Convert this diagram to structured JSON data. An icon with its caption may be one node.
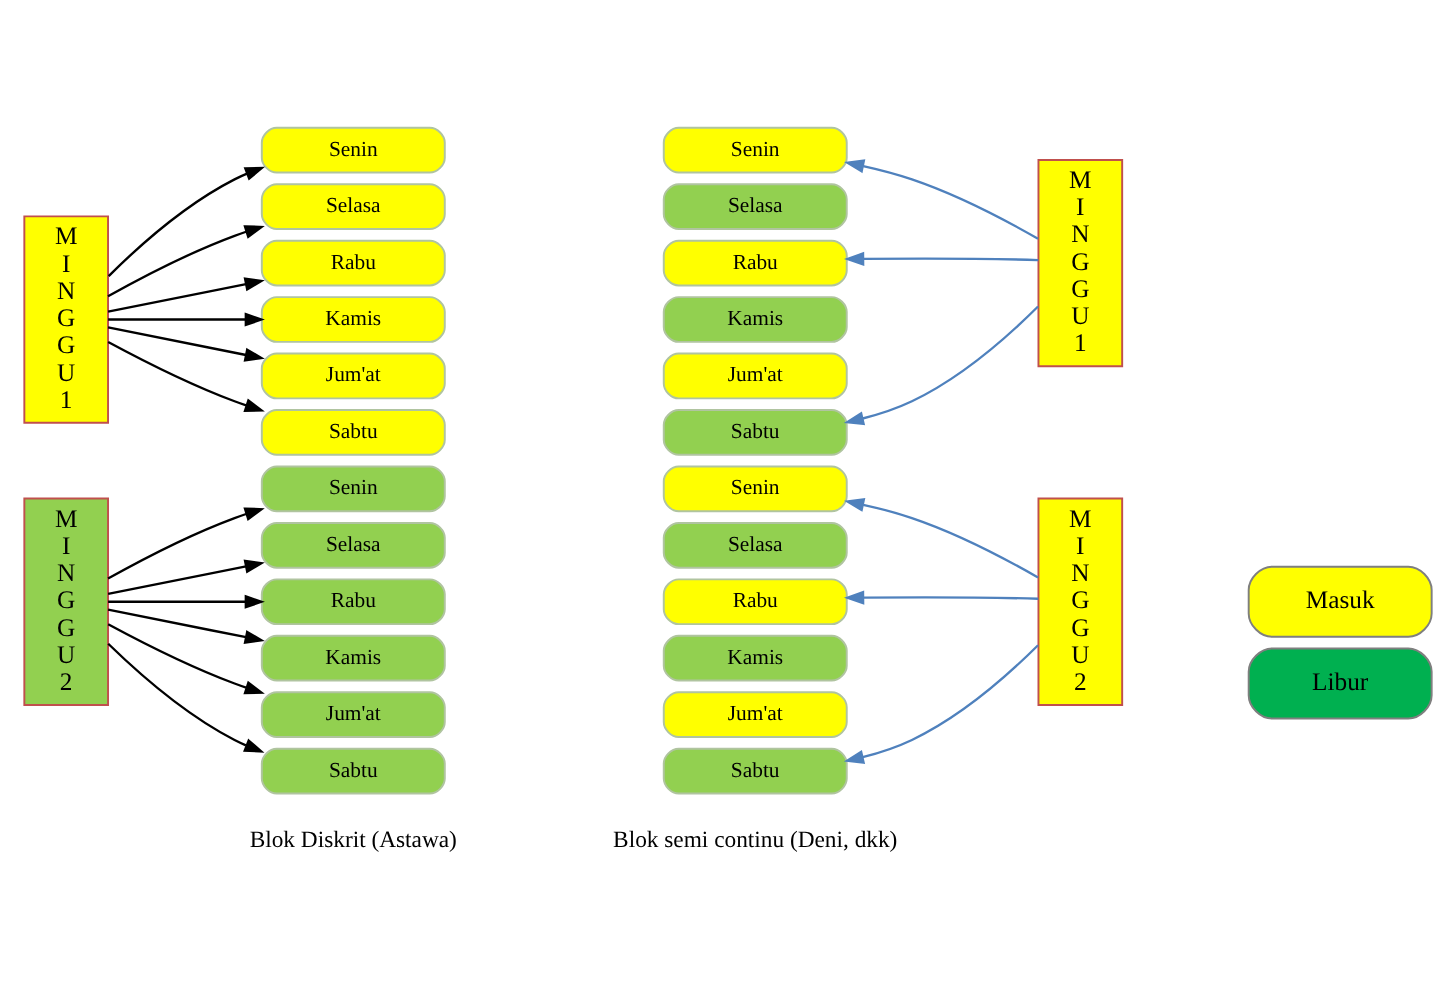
{
  "diagram": {
    "nodes": [
      {
        "text": [
          "M I N G G U 1"
        ]
      },
      {
        "text": [
          "Senin"
        ]
      },
      {
        "text": [
          "Selasa"
        ]
      },
      {
        "text": [
          "Rabu"
        ]
      },
      {
        "text": [
          "Kamis"
        ]
      },
      {
        "text": [
          "Jum'at"
        ]
      },
      {
        "text": [
          "Sabtu"
        ]
      },
      {
        "text": [
          "M I N G G U 2"
        ]
      },
      {
        "text": [
          "Senin"
        ]
      },
      {
        "text": [
          "Selasa"
        ]
      },
      {
        "text": [
          "Rabu"
        ]
      },
      {
        "text": [
          "Kamis"
        ]
      },
      {
        "text": [
          "Jum'at"
        ]
      },
      {
        "text": [
          "Sabtu"
        ]
      },
      {
        "text": [
          "M I N G G U 1"
        ]
      },
      {
        "text": [
          "Senin"
        ]
      },
      {
        "text": [
          "Selasa"
        ]
      },
      {
        "text": [
          "Rabu"
        ]
      },
      {
        "text": [
          "Kamis"
        ]
      },
      {
        "text": [
          "Jum'at"
        ]
      },
      {
        "text": [
          "Sabtu"
        ]
      },
      {
        "text": [
          "M I N G G U 2"
        ]
      },
      {
        "text": [
          "Senin"
        ]
      },
      {
        "text": [
          "Selasa"
        ]
      },
      {
        "text": [
          "Rabu"
        ]
      },
      {
        "text": [
          "Kamis"
        ]
      },
      {
        "text": [
          "Jum'at"
        ]
      },
      {
        "text": [
          "Sabtu"
        ]
      }
    ],
    "edges": [
      {
        "from": 0,
        "to": 1,
        "arrow": "to"
      },
      {
        "from": 0,
        "to": 2,
        "arrow": "to"
      },
      {
        "from": 0,
        "to": 3,
        "arrow": "to"
      },
      {
        "from": 0,
        "to": 4,
        "arrow": "to"
      },
      {
        "from": 0,
        "to": 5,
        "arrow": "to"
      },
      {
        "from": 0,
        "to": 6,
        "arrow": "to"
      },
      {
        "from": 7,
        "to": 8,
        "arrow": "to"
      },
      {
        "from": 7,
        "to": 9,
        "arrow": "to"
      },
      {
        "from": 7,
        "to": 10,
        "arrow": "to"
      },
      {
        "from": 7,
        "to": 11,
        "arrow": "to"
      },
      {
        "from": 7,
        "to": 12,
        "arrow": "to"
      },
      {
        "from": 7,
        "to": 13,
        "arrow": "to"
      },
      {
        "from": 14,
        "to": 15,
        "arrow": "to",
        "color": "#4f81bd"
      },
      {
        "from": 14,
        "to": 17,
        "arrow": "to",
        "color": "#4f81bd"
      },
      {
        "from": 14,
        "to": 20,
        "arrow": "to",
        "color": "#4f81bd"
      },
      {
        "from": 21,
        "to": 22,
        "arrow": "to",
        "color": "#4f81bd"
      },
      {
        "from": 21,
        "to": 24,
        "arrow": "to",
        "color": "#4f81bd"
      },
      {
        "from": 21,
        "to": 27,
        "arrow": "to",
        "color": "#4f81bd"
      }
    ],
    "labels": [
      "Blok Diskrit (Astawa)",
      "Blok semi continu (Deni, dkk)"
    ],
    "legend": [
      {
        "text": "Masuk",
        "color": "#ffff00"
      },
      {
        "text": "Libur",
        "color": "#00b050"
      }
    ]
  }
}
